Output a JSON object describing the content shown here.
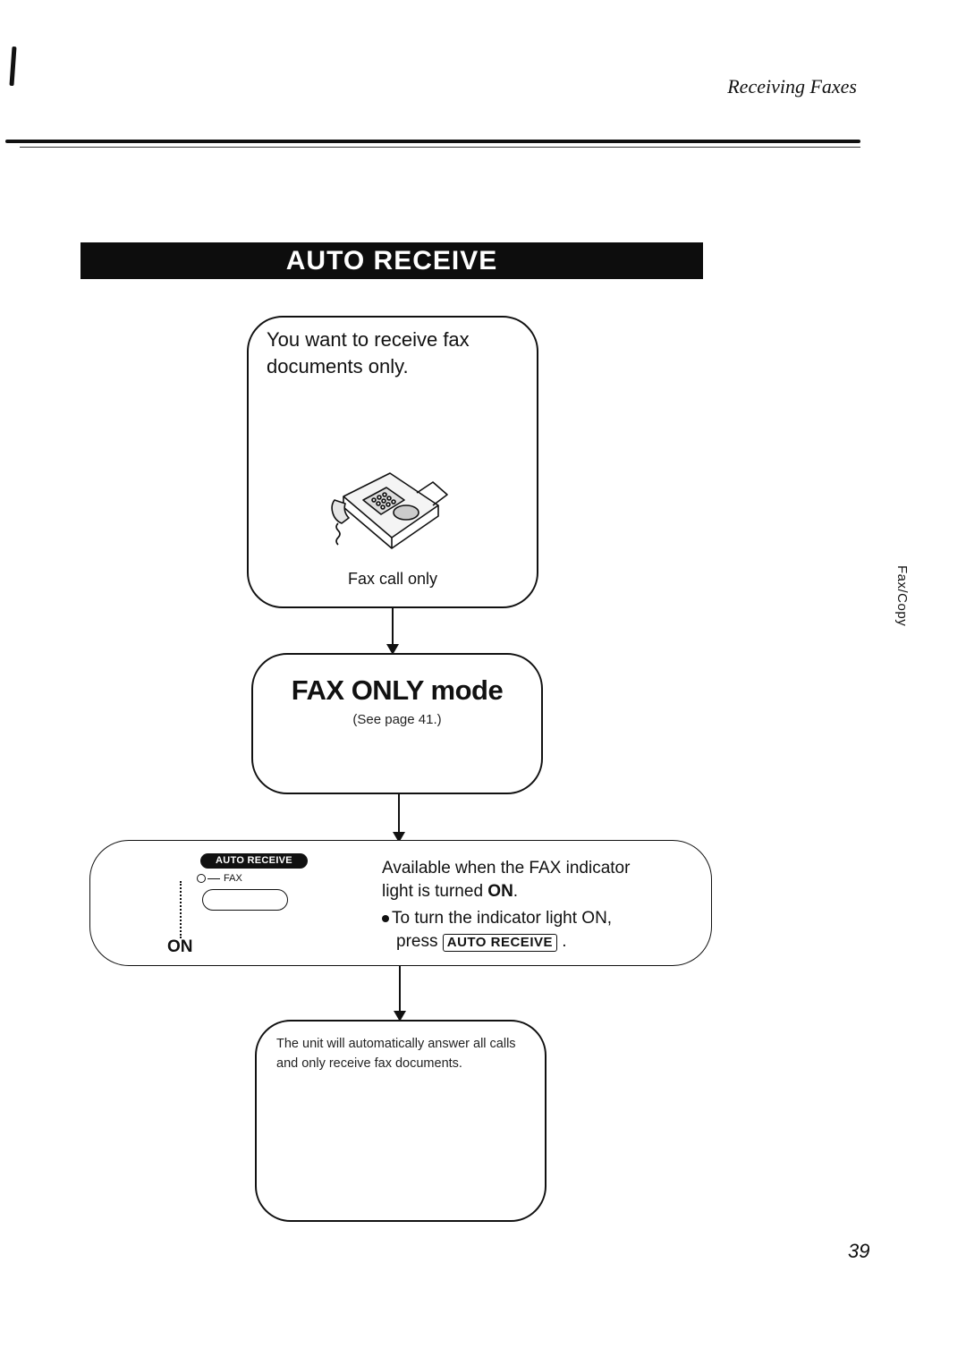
{
  "header": {
    "section_title": "Receiving Faxes"
  },
  "banner": {
    "title": "AUTO RECEIVE"
  },
  "box1": {
    "title": "You want to receive fax documents only.",
    "caption": "Fax call only",
    "image_icon": "fax-machine-icon"
  },
  "box2": {
    "title": "FAX ONLY mode",
    "subtitle": "(See page 41.)"
  },
  "box3": {
    "panel_button_label": "AUTO RECEIVE",
    "indicator_label": "FAX",
    "on_label": "ON",
    "line1": "Available when the FAX indicator",
    "line2_prefix": "light is turned ",
    "line2_bold": "ON",
    "line2_suffix": ".",
    "bullet_line": "To turn the indicator light ON,",
    "press_word": "press",
    "key_label": "AUTO RECEIVE",
    "press_suffix": "."
  },
  "box4": {
    "text": "The unit will automatically answer all calls and only receive fax documents."
  },
  "side_tab": {
    "label": "Fax/Copy"
  },
  "page_number": "39"
}
